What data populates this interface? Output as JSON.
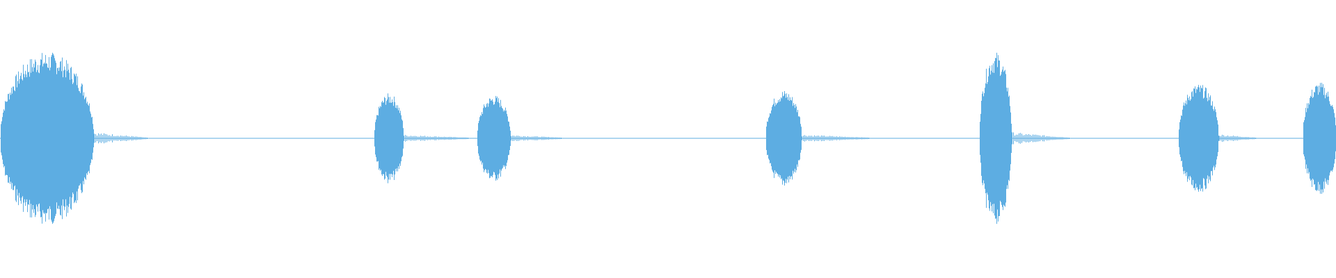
{
  "waveform": {
    "color": "#5DADE2",
    "baseline_amplitude": 0.01,
    "bursts": [
      {
        "start": 0.0,
        "end": 0.07,
        "peak": 1.0,
        "tail_end": 0.11
      },
      {
        "start": 0.28,
        "end": 0.302,
        "peak": 0.52,
        "tail_end": 0.35
      },
      {
        "start": 0.357,
        "end": 0.382,
        "peak": 0.5,
        "tail_end": 0.42
      },
      {
        "start": 0.573,
        "end": 0.6,
        "peak": 0.56,
        "tail_end": 0.65
      },
      {
        "start": 0.733,
        "end": 0.757,
        "peak": 1.0,
        "tail_end": 0.8
      },
      {
        "start": 0.882,
        "end": 0.912,
        "peak": 0.63,
        "tail_end": 0.94
      },
      {
        "start": 0.975,
        "end": 1.0,
        "peak": 0.65,
        "tail_end": 1.0
      }
    ]
  }
}
